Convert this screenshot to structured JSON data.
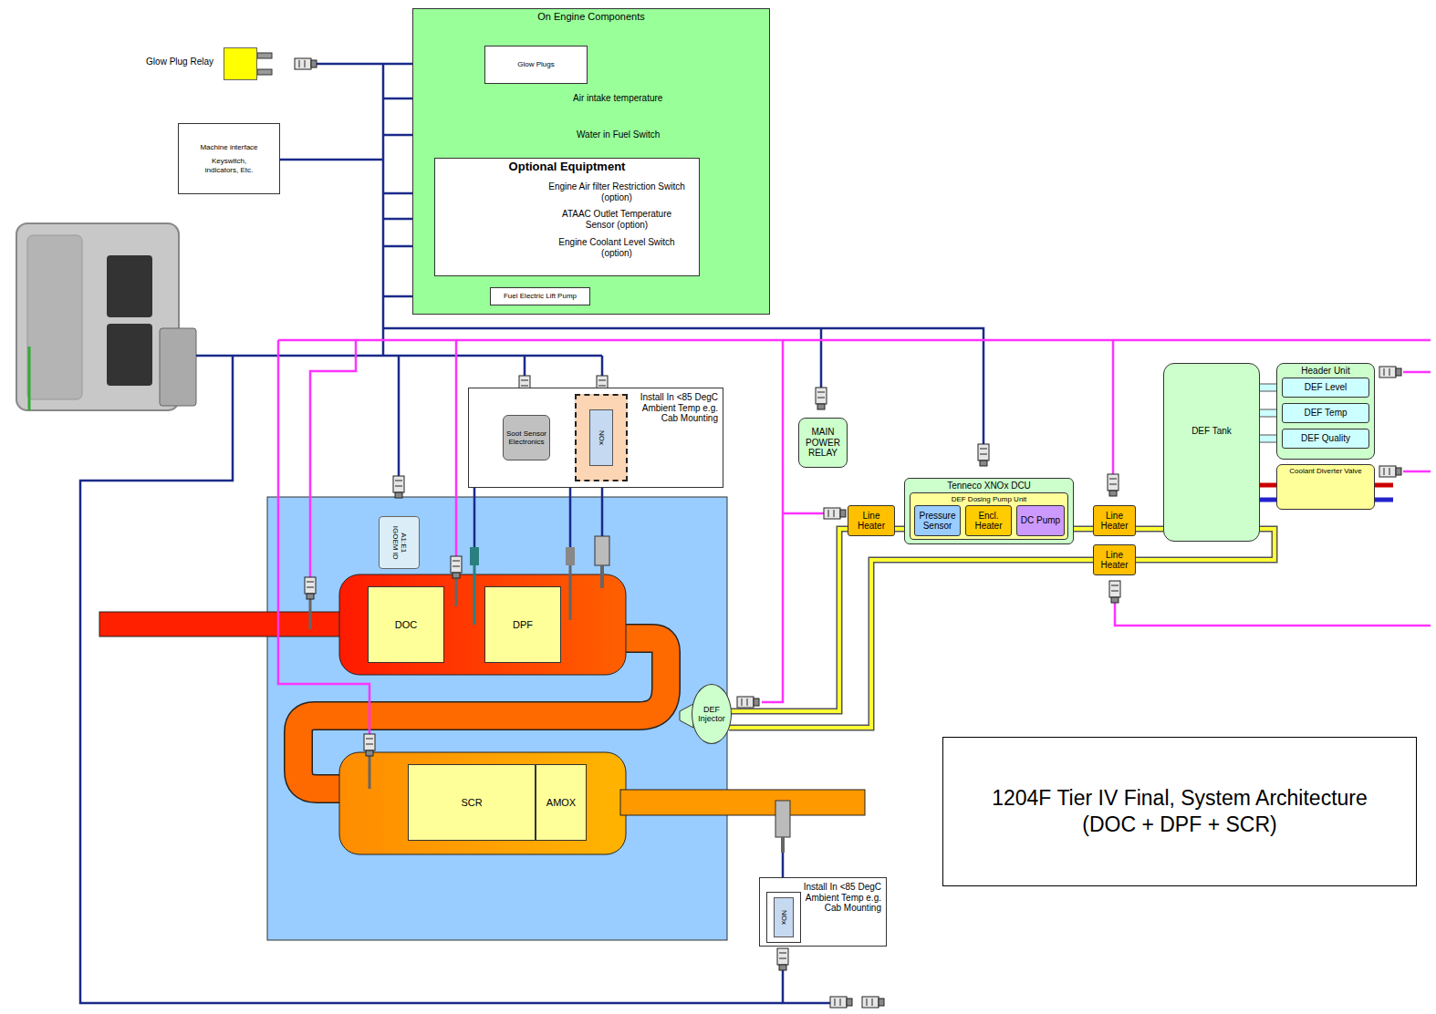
{
  "diagram": {
    "title": "1204F Tier IV Final, System Architecture (DOC + DPF + SCR)",
    "nodes": [
      {
        "text": [
          "On Engine Components"
        ]
      },
      {
        "text": [
          "Glow Plugs"
        ],
        "in": 0
      },
      {
        "text": [
          "Optional Equiptment"
        ],
        "in": 0
      },
      {
        "text": [
          "Fuel Electric Lift Pump"
        ],
        "in": 0
      },
      {
        "text": [
          "Machine interface",
          "Keyswitch, indicators, Etc."
        ]
      },
      {
        "text": [
          "Glow Plug Relay"
        ]
      },
      {
        "text": [
          "Install In <85 DegC Ambient Temp e.g. Cab Mounting"
        ]
      },
      {
        "text": [
          "Soot Sensor Electronics"
        ],
        "in": 6
      },
      {
        "text": [
          "NOx"
        ],
        "in": 6
      },
      {
        "text": [
          "A1:E1 IGOEM ID"
        ]
      },
      {
        "text": [
          "DOC"
        ]
      },
      {
        "text": [
          "DPF"
        ]
      },
      {
        "text": [
          "SCR"
        ]
      },
      {
        "text": [
          "AMOX"
        ]
      },
      {
        "text": [
          "DEF Injector"
        ]
      },
      {
        "text": [
          "MAIN POWER RELAY"
        ]
      },
      {
        "text": [
          "Tenneco XNOx DCU"
        ]
      },
      {
        "text": [
          "DEF Dosing Pump Unit"
        ],
        "in": 16
      },
      {
        "text": [
          "Pressure Sensor"
        ],
        "in": 17
      },
      {
        "text": [
          "Encl. Heater"
        ],
        "in": 17
      },
      {
        "text": [
          "DC Pump"
        ],
        "in": 17
      },
      {
        "text": [
          "Line Heater"
        ]
      },
      {
        "text": [
          "Line Heater"
        ]
      },
      {
        "text": [
          "Line Heater"
        ]
      },
      {
        "text": [
          "DEF Tank"
        ]
      },
      {
        "text": [
          "Header Unit"
        ]
      },
      {
        "text": [
          "DEF Level"
        ],
        "in": 25
      },
      {
        "text": [
          "DEF Temp"
        ],
        "in": 25
      },
      {
        "text": [
          "DEF Quality"
        ],
        "in": 25
      },
      {
        "text": [
          "Coolant Diverter Valve"
        ]
      },
      {
        "text": [
          "Install In <85 DegC Ambient Temp e.g. Cab Mounting"
        ]
      },
      {
        "text": [
          "NOx"
        ],
        "in": 30
      }
    ],
    "edges": [
      {
        "from": 14,
        "to": 21,
        "arrow": "none"
      },
      {
        "from": 21,
        "to": 16,
        "arrow": "none"
      },
      {
        "from": 16,
        "to": 22,
        "arrow": "none"
      },
      {
        "from": 22,
        "to": 24,
        "arrow": "none"
      },
      {
        "from": 14,
        "to": 23,
        "arrow": "none"
      },
      {
        "from": 23,
        "to": 24,
        "arrow": "none"
      }
    ],
    "labels": [
      "Air intake temperature",
      "Water in Fuel Switch",
      "Engine Air filter Restriction Switch (option)",
      "ATAAC Outlet Temperature Sensor (option)",
      "Engine Coolant Level Switch (option)"
    ]
  }
}
